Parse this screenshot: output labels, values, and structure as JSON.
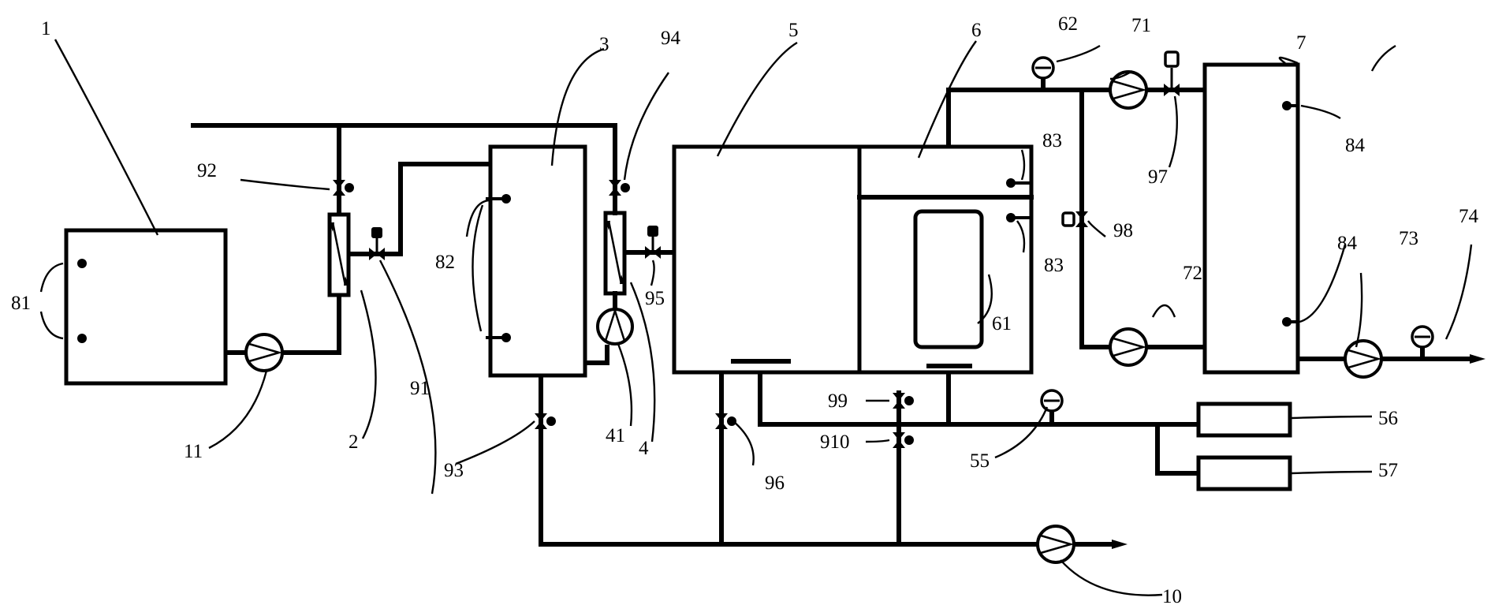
{
  "labels": {
    "n1": "1",
    "n2": "2",
    "n3": "3",
    "n4": "4",
    "n5": "5",
    "n6": "6",
    "n7": "7",
    "n10": "10",
    "n11": "11",
    "n41": "41",
    "n55": "55",
    "n56": "56",
    "n57": "57",
    "n61": "61",
    "n62": "62",
    "n71": "71",
    "n72": "72",
    "n73": "73",
    "n74": "74",
    "n81": "81",
    "n82": "82",
    "n83a": "83",
    "n83b": "83",
    "n84a": "84",
    "n84b": "84",
    "n91": "91",
    "n92": "92",
    "n93": "93",
    "n94": "94",
    "n95": "95",
    "n96": "96",
    "n97": "97",
    "n98": "98",
    "n99": "99",
    "n910": "910"
  }
}
